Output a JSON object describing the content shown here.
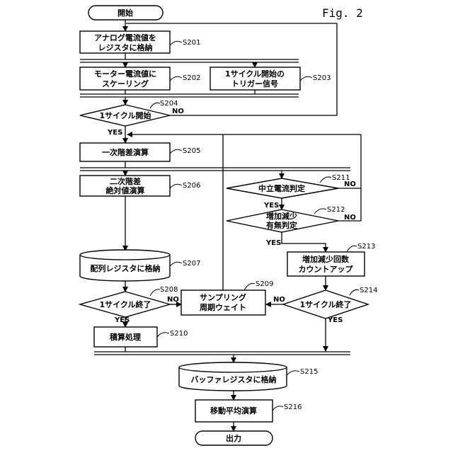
{
  "figure_label": "Fig. 2",
  "flow": {
    "yes": "YES",
    "no": "NO"
  },
  "steps": {
    "start": {
      "text": "開始"
    },
    "s201": {
      "id": "S201",
      "lines": [
        "アナログ電流値を",
        "レジスタに格納"
      ]
    },
    "s202": {
      "id": "S202",
      "lines": [
        "モーター電流値に",
        "スケーリング"
      ]
    },
    "s203": {
      "id": "S203",
      "lines": [
        "1サイクル開始の",
        "トリガー信号"
      ]
    },
    "s204": {
      "id": "S204",
      "text": "1サイクル開始"
    },
    "s205": {
      "id": "S205",
      "text": "一次階差演算"
    },
    "s206": {
      "id": "S206",
      "lines": [
        "二次階差",
        "絶対値演算"
      ]
    },
    "s207": {
      "id": "S207",
      "text": "配列レジスタに格納"
    },
    "s208": {
      "id": "S208",
      "text": "1サイクル終了"
    },
    "s209": {
      "id": "S209",
      "lines": [
        "サンプリング",
        "周期ウェイト"
      ]
    },
    "s210": {
      "id": "S210",
      "text": "積算処理"
    },
    "s211": {
      "id": "S211",
      "text": "中立電流判定"
    },
    "s212": {
      "id": "S212",
      "lines": [
        "増加減少",
        "有無判定"
      ]
    },
    "s213": {
      "id": "S213",
      "lines": [
        "増加減少回数",
        "カウントアップ"
      ]
    },
    "s214": {
      "id": "S214",
      "text": "1サイクル終了"
    },
    "s215": {
      "id": "S215",
      "text": "バッファレジスタに格納"
    },
    "s216": {
      "id": "S216",
      "text": "移動平均演算"
    },
    "end": {
      "text": "出力"
    }
  }
}
